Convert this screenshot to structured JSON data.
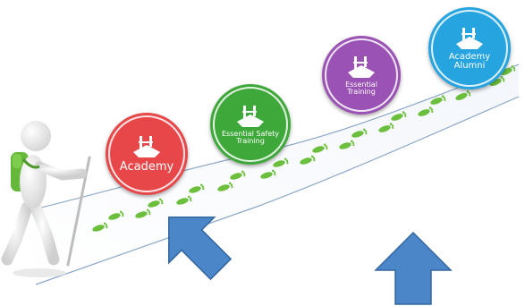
{
  "badges": [
    {
      "id": "academy",
      "label": "Academy",
      "color": "#e8474a",
      "icon": "boat-icon"
    },
    {
      "id": "essential-safety",
      "label": "Essential Safety Training",
      "color": "#3ea83a",
      "icon": "boat-icon"
    },
    {
      "id": "essential-training",
      "label": "Essential Training",
      "color": "#9a52b4",
      "icon": "boat-icon"
    },
    {
      "id": "academy-alumni",
      "label": "Academy Alumni",
      "color": "#26a4df",
      "icon": "boat-icon"
    }
  ],
  "colors": {
    "footprint": "#6cbf3c",
    "arrow": "#4a86c8",
    "path_edge": "#8aa6c8",
    "figure": "#e6e6e6",
    "backpack": "#66b83a"
  },
  "icons": [
    "stick-figure-hiker",
    "footprint-icon",
    "up-arrow-icon",
    "boat-icon"
  ]
}
